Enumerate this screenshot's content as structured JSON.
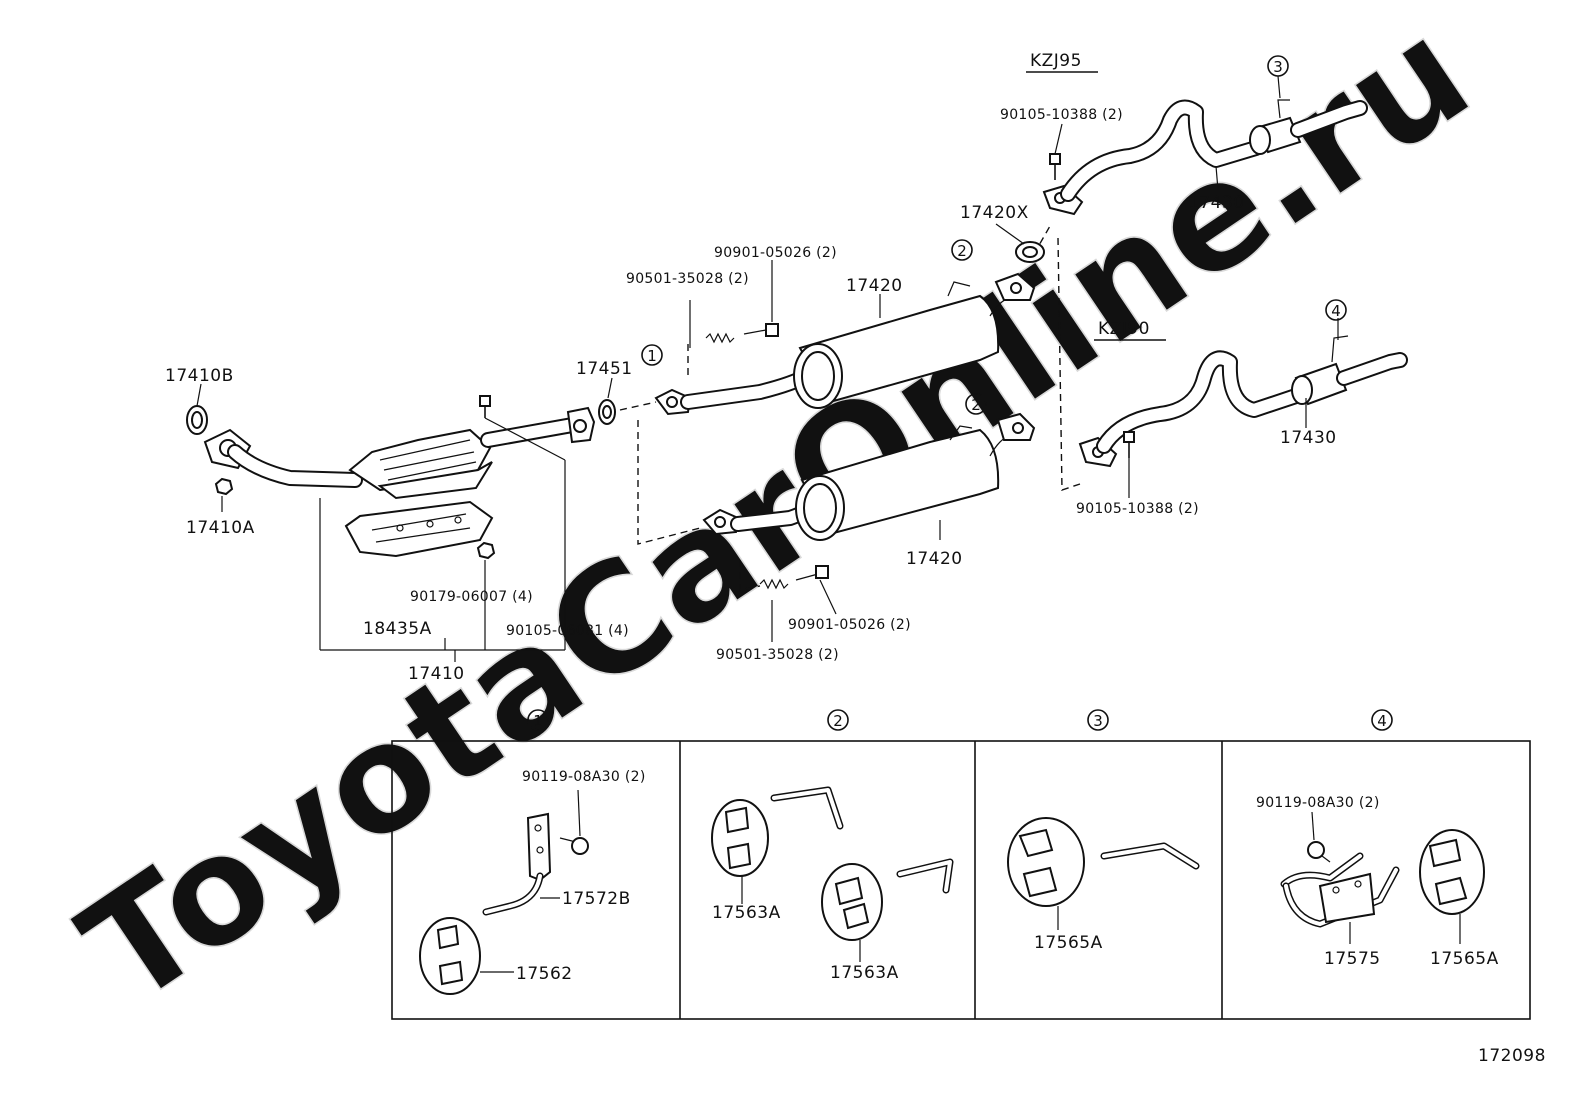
{
  "watermark": "ToyotaCarOnline.ru",
  "variants": {
    "kzj95": "KZJ95",
    "kzj90": "KZJ90"
  },
  "main_labels": {
    "p17410b": "17410B",
    "p17410a": "17410A",
    "p17451": "17451",
    "p18435a": "18435A",
    "p17410": "17410",
    "p90179": "90179-06007 (4)",
    "p90105_06081": "90105-06081 (4)",
    "p90501_upper": "90501-35028 (2)",
    "p90901_upper": "90901-05026 (2)",
    "p17420_upper": "17420",
    "p17420x": "17420X",
    "p90105_10388_upper": "90105-10388 (2)",
    "p17430_upper": "17430",
    "p17420_lower": "17420",
    "p90901_lower": "90901-05026 (2)",
    "p90501_lower": "90501-35028 (2)",
    "p17430_lower": "17430",
    "p90105_10388_lower": "90105-10388 (2)"
  },
  "callouts": {
    "c1": "1",
    "c2a": "2",
    "c2b": "2",
    "c3": "3",
    "c4": "4"
  },
  "detail_panels": {
    "headers": [
      "1",
      "2",
      "3",
      "4"
    ],
    "panel1": {
      "bolt": "90119-08A30 (2)",
      "bracket": "17572B",
      "hanger": "17562"
    },
    "panel2": {
      "hanger_a": "17563A",
      "hanger_b": "17563A"
    },
    "panel3": {
      "hanger": "17565A"
    },
    "panel4": {
      "bolt": "90119-08A30 (2)",
      "bracket": "17575",
      "hanger": "17565A"
    }
  },
  "figure_id": "172098"
}
